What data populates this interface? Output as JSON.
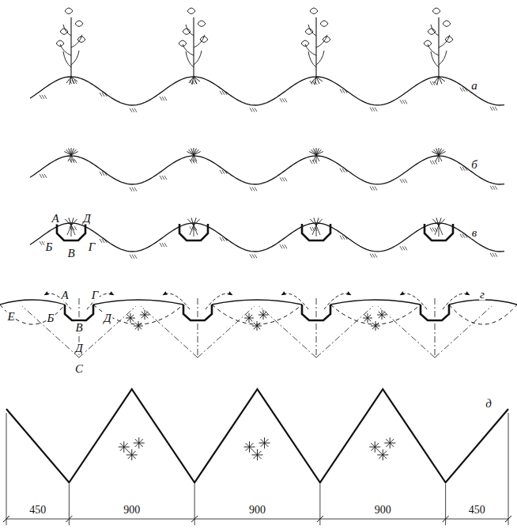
{
  "diagram": {
    "labels": [
      "а",
      "б",
      "в",
      "А",
      "Д",
      "Б",
      "В",
      "Г",
      "г",
      "А",
      "Г",
      "Е",
      "Б",
      "В",
      "Д",
      "Д",
      "С",
      "д",
      "450",
      "900",
      "900",
      "900",
      "450"
    ]
  }
}
